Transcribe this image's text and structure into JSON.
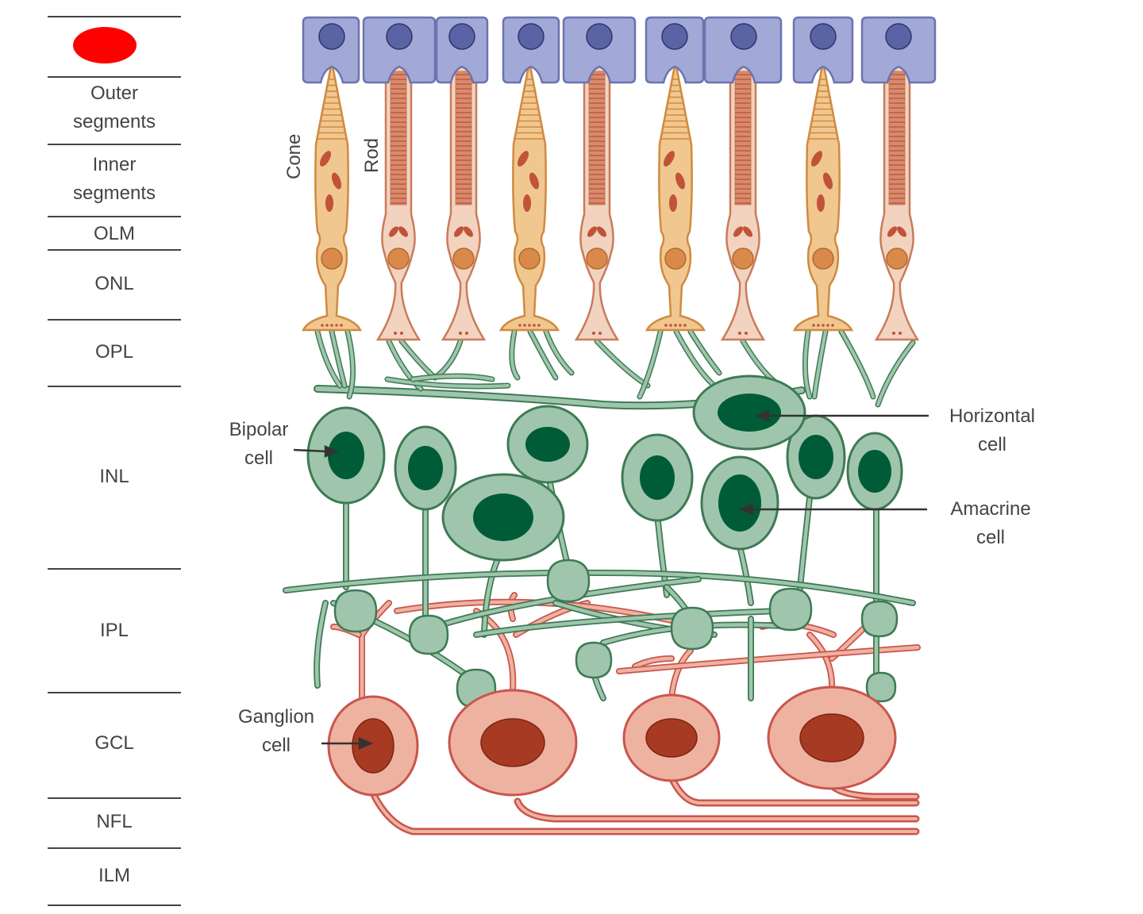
{
  "layers": [
    {
      "id": "redacted",
      "label": ""
    },
    {
      "id": "outer",
      "label": "Outer segments"
    },
    {
      "id": "inner",
      "label": "Inner segments"
    },
    {
      "id": "olm",
      "label": "OLM"
    },
    {
      "id": "onl",
      "label": "ONL"
    },
    {
      "id": "opl",
      "label": "OPL"
    },
    {
      "id": "inl",
      "label": "INL"
    },
    {
      "id": "ipl",
      "label": "IPL"
    },
    {
      "id": "gcl",
      "label": "GCL"
    },
    {
      "id": "nfl",
      "label": "NFL"
    },
    {
      "id": "ilm",
      "label": "ILM"
    }
  ],
  "labels": {
    "cone": "Cone",
    "rod": "Rod",
    "bipolar": "Bipolar cell",
    "horizontal": "Horizontal cell",
    "amacrine": "Amacrine cell",
    "ganglion": "Ganglion cell"
  },
  "colors": {
    "rpe_fill": "#a3a9d6",
    "rpe_stroke": "#6b73b0",
    "rpe_nucleus": "#5a63a3",
    "cone_fill": "#f0c78f",
    "cone_stroke": "#d08a3f",
    "rod_fill": "#f2d3c0",
    "rod_stroke": "#c97b5a",
    "photoreceptor_nucleus": "#d98a4a",
    "mito": "#c0533a",
    "neuron_fill": "#9fc6ac",
    "neuron_stroke": "#3e7a55",
    "neuron_nucleus": "#005c37",
    "ganglion_fill": "#eeb2a0",
    "ganglion_stroke": "#c9554d",
    "ganglion_nucleus": "#a63a22",
    "text": "#444444",
    "redaction": "#ff0000"
  }
}
